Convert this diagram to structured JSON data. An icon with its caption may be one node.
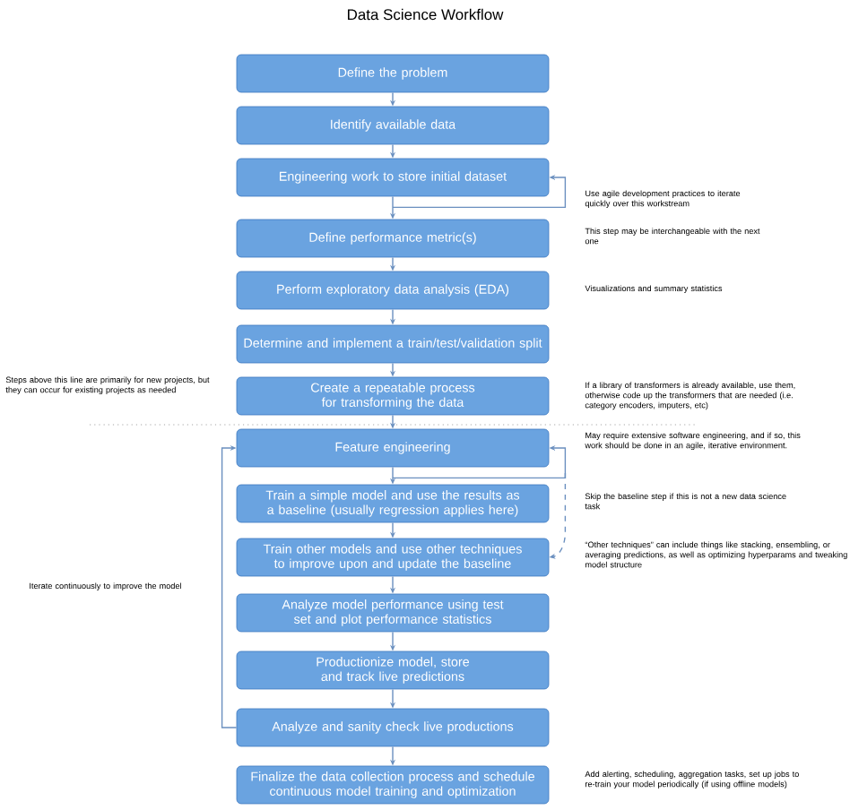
{
  "diagram": {
    "title": "Data Science Workflow",
    "nodes": [
      {
        "text": [
          "Define the problem"
        ]
      },
      {
        "text": [
          "Identify available data"
        ]
      },
      {
        "text": [
          "Engineering work to store initial dataset"
        ]
      },
      {
        "text": [
          "Define performance metric(s)"
        ]
      },
      {
        "text": [
          "Perform exploratory data analysis (EDA)"
        ]
      },
      {
        "text": [
          "Determine and implement a train/test/validation split"
        ]
      },
      {
        "text": [
          "Create a repeatable process for transforming the data"
        ]
      },
      {
        "text": [
          "Feature engineering"
        ]
      },
      {
        "text": [
          "Train a simple model and use the results as a baseline (usually regression applies here)"
        ]
      },
      {
        "text": [
          "Train other models and use other techniques to improve upon and update the baseline"
        ]
      },
      {
        "text": [
          "Analyze model performance using test set and plot performance statistics"
        ]
      },
      {
        "text": [
          "Productionize model, store and track live predictions"
        ]
      },
      {
        "text": [
          "Analyze and sanity check live productions"
        ]
      },
      {
        "text": [
          "Finalize the data collection process and schedule continuous model training and optimization"
        ]
      }
    ],
    "edges": [
      {
        "from": 0,
        "to": 1,
        "arrow": "to"
      },
      {
        "from": 1,
        "to": 2,
        "arrow": "to"
      },
      {
        "from": 2,
        "to": 3,
        "arrow": "to"
      },
      {
        "from": 2,
        "to": 2,
        "arrow": "to"
      },
      {
        "from": 3,
        "to": 4,
        "arrow": "to"
      },
      {
        "from": 4,
        "to": 5,
        "arrow": "to"
      },
      {
        "from": 5,
        "to": 6,
        "arrow": "to"
      },
      {
        "from": 6,
        "to": 7,
        "arrow": "to"
      },
      {
        "from": 7,
        "to": 8,
        "arrow": "to"
      },
      {
        "from": 7,
        "to": 7,
        "arrow": "to"
      },
      {
        "from": 7,
        "to": 9,
        "arrow": "to",
        "style": "dashed"
      },
      {
        "from": 8,
        "to": 9,
        "arrow": "to"
      },
      {
        "from": 9,
        "to": 10,
        "arrow": "to"
      },
      {
        "from": 10,
        "to": 11,
        "arrow": "to"
      },
      {
        "from": 11,
        "to": 12,
        "arrow": "to"
      },
      {
        "from": 12,
        "to": 7,
        "arrow": "to"
      },
      {
        "from": 12,
        "to": 13,
        "arrow": "to"
      }
    ],
    "labels": [
      "Use agile development practices to iterate quickly over this workstream",
      "This step may be interchangeable with the next one",
      "Visualizations and summary statistics",
      "Steps above this line are primarily for new projects, but they can occur for existing projects as needed",
      "If a library of transformers is already available, use them, otherwise code up the transformers that are needed (i.e. category encoders, imputers, etc)",
      "May require extensive software engineering, and if so, this work should be done in an agile, iterative environment.",
      "Skip the baseline step if this is not a new data science task",
      "“Other techniques” can include things like stacking, ensembling, or averaging predictions, as well as optimizing hyperparams and tweaking model structure",
      "Iterate continuously to improve the model",
      "Add alerting, scheduling, aggregation tasks, set up jobs to re-train your model periodically (if using offline models)"
    ]
  }
}
